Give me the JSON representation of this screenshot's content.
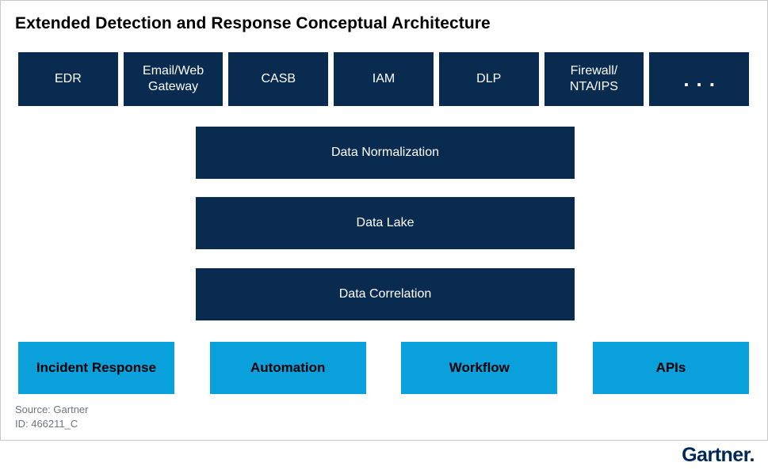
{
  "title": "Extended Detection and Response Conceptual Architecture",
  "colors": {
    "navy": "#0a2b50",
    "blue": "#0aa0dc",
    "frame_border": "#c8c8c8",
    "source_text": "#6f7478",
    "logo_navy": "#002856"
  },
  "top_row": {
    "items": [
      {
        "lines": [
          "EDR"
        ]
      },
      {
        "lines": [
          "Email/Web",
          "Gateway"
        ]
      },
      {
        "lines": [
          "CASB"
        ]
      },
      {
        "lines": [
          "IAM"
        ]
      },
      {
        "lines": [
          "DLP"
        ]
      },
      {
        "lines": [
          "Firewall/",
          "NTA/IPS"
        ]
      },
      {
        "lines": [
          "..."
        ]
      }
    ]
  },
  "pipeline": {
    "items": [
      {
        "label": "Data Normalization"
      },
      {
        "label": "Data Lake"
      },
      {
        "label": "Data Correlation"
      }
    ]
  },
  "bottom_row": {
    "items": [
      {
        "label": "Incident Response"
      },
      {
        "label": "Automation"
      },
      {
        "label": "Workflow"
      },
      {
        "label": "APIs"
      }
    ]
  },
  "footnote": {
    "source": "Source: Gartner",
    "id": "ID: 466211_C"
  },
  "footer": {
    "logo": "Gartner",
    "logo_mark": "."
  }
}
